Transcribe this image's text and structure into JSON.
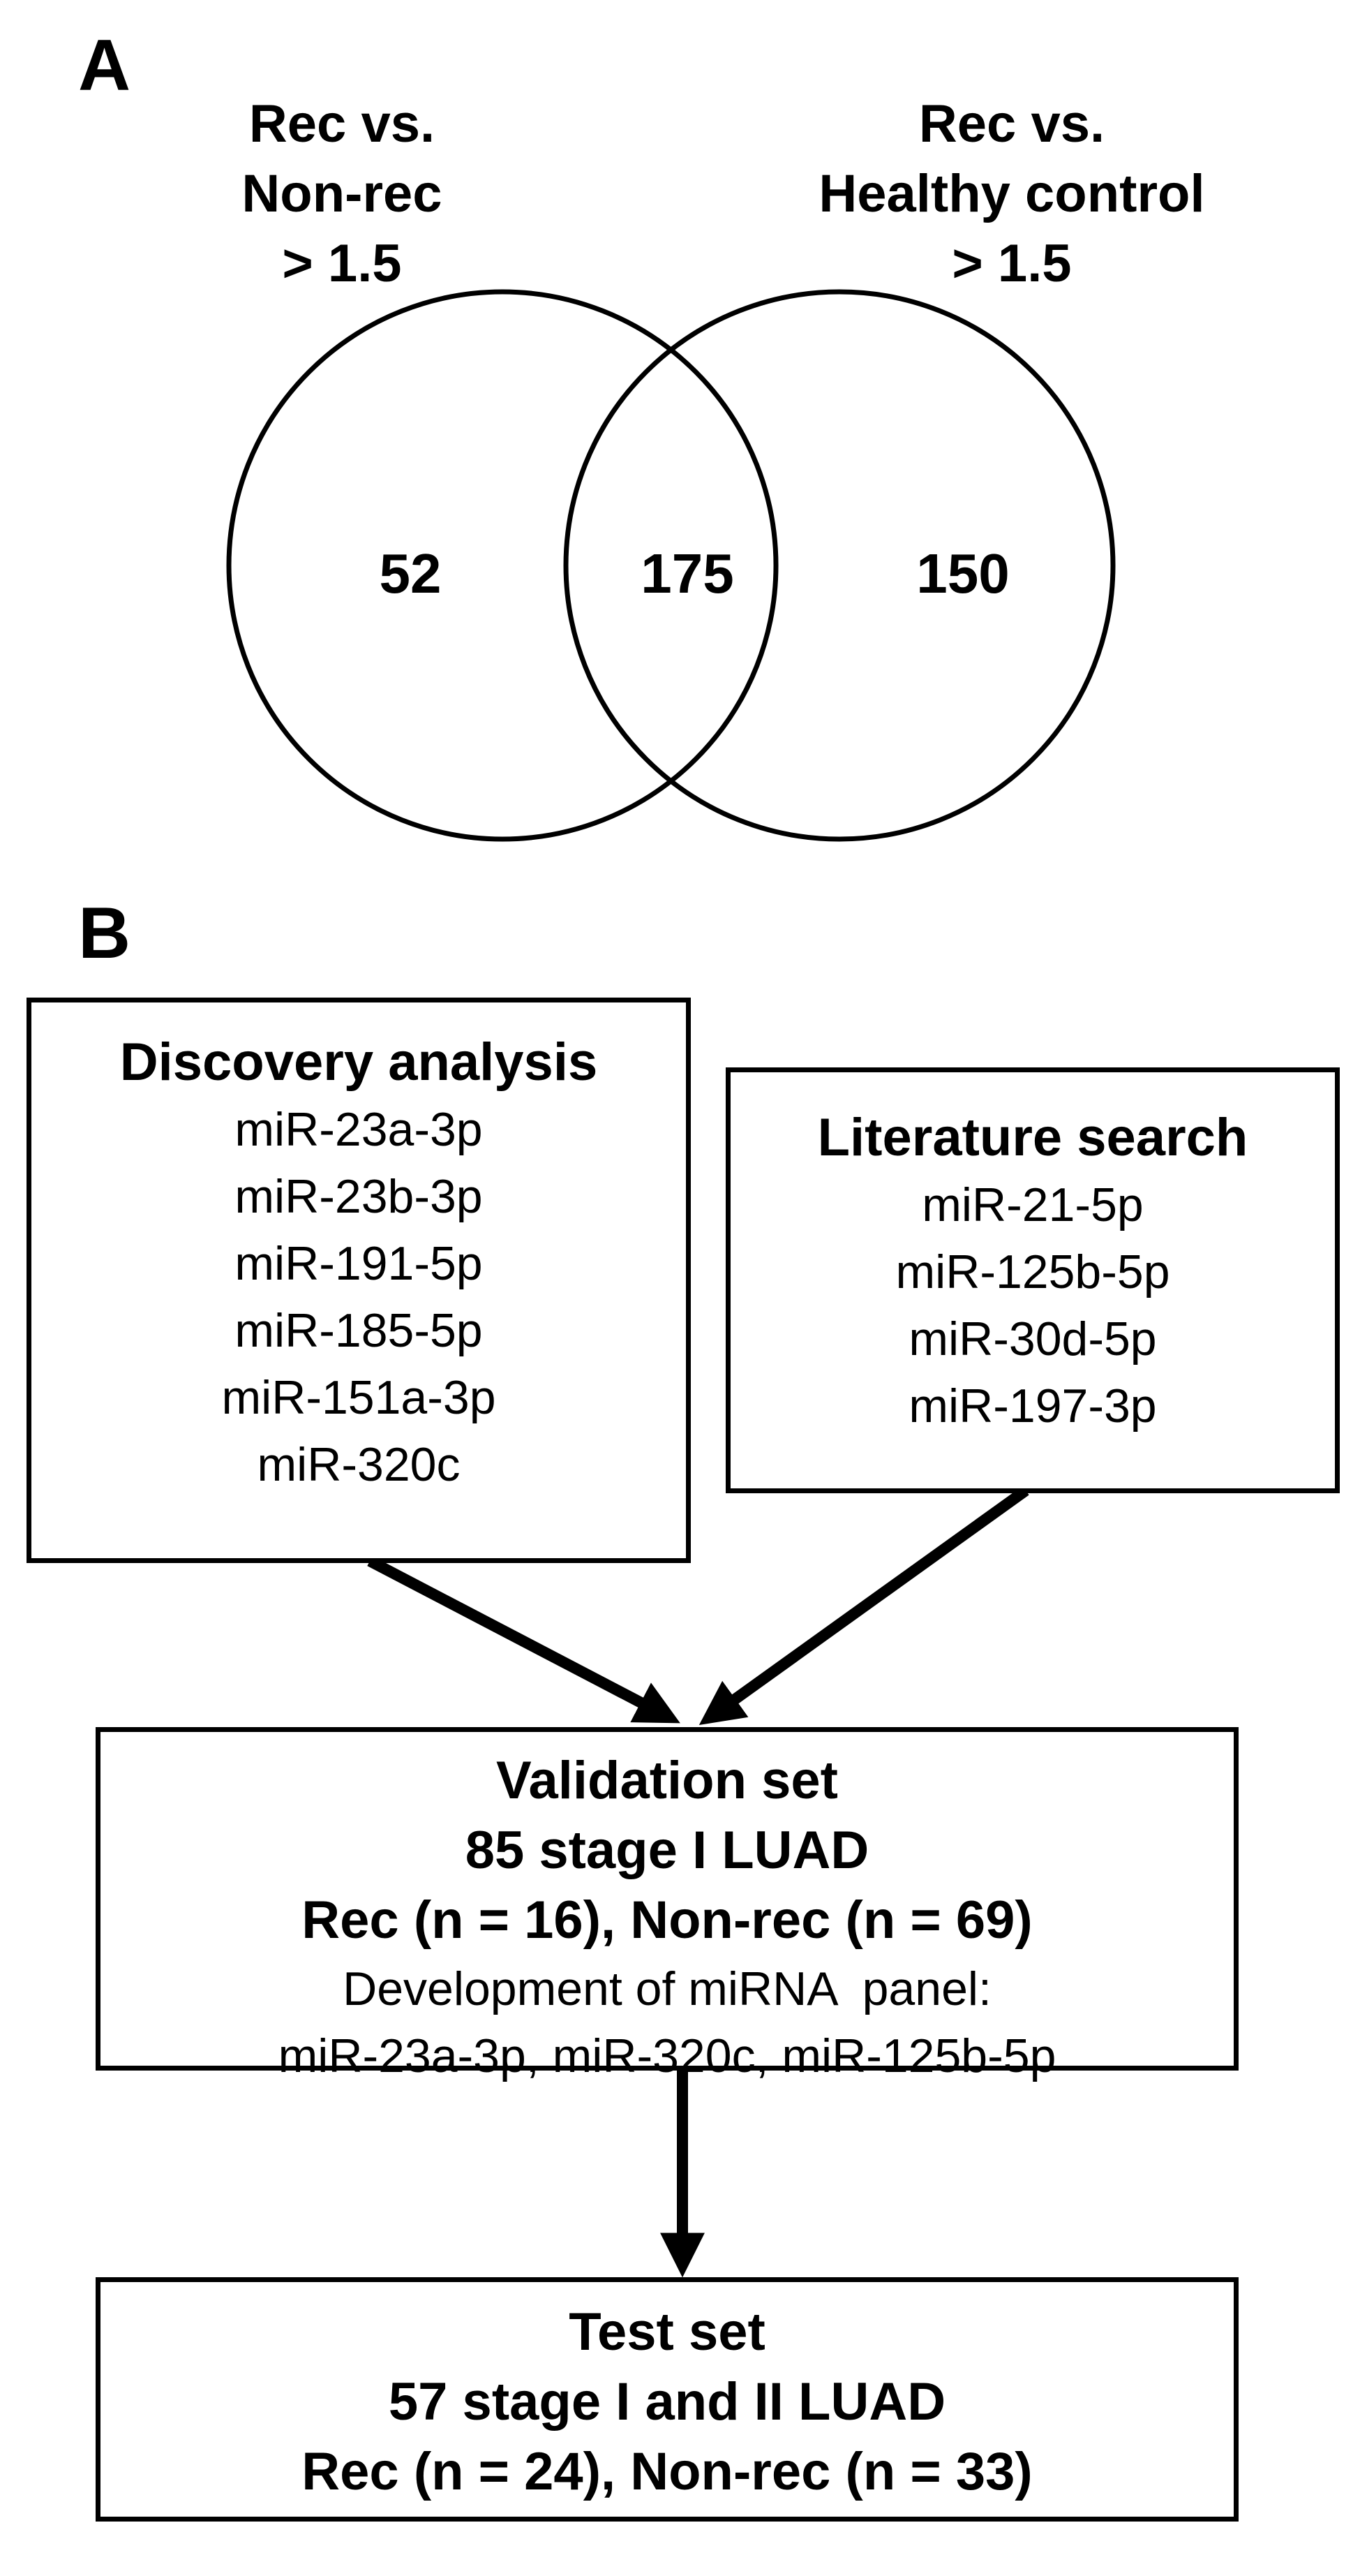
{
  "panel_a": {
    "label": "A",
    "left_title": [
      "Rec vs.",
      "Non-rec",
      "> 1.5"
    ],
    "right_title": [
      "Rec vs.",
      "Healthy control",
      "> 1.5"
    ],
    "counts": {
      "left_only": "52",
      "overlap": "175",
      "right_only": "150"
    }
  },
  "panel_b": {
    "label": "B",
    "discovery": {
      "heading": "Discovery analysis",
      "items": [
        "miR-23a-3p",
        "miR-23b-3p",
        "miR-191-5p",
        "miR-185-5p",
        "miR-151a-3p",
        "miR-320c"
      ]
    },
    "literature": {
      "heading": "Literature search",
      "items": [
        "miR-21-5p",
        "miR-125b-5p",
        "miR-30d-5p",
        "miR-197-3p"
      ]
    },
    "validation": {
      "line1": "Validation set",
      "line2": "85 stage I LUAD",
      "line3": "Rec (n = 16), Non-rec (n = 69)",
      "line4": "Development of miRNA  panel:",
      "line5": "miR-23a-3p, miR-320c, miR-125b-5p"
    },
    "test": {
      "line1": "Test set",
      "line2": "57 stage I and II LUAD",
      "line3": "Rec (n = 24), Non-rec (n = 33)"
    }
  }
}
